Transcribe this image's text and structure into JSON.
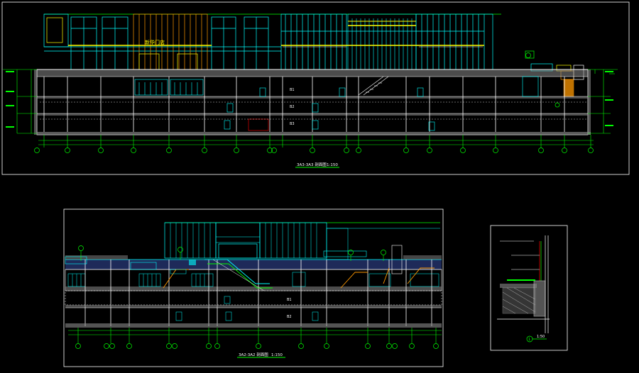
{
  "colors": {
    "background": "#000000",
    "frame": "#00ff00",
    "cyan": "#00ffff",
    "yellow": "#ffff00",
    "white": "#ffffff",
    "orange": "#ff9900",
    "magenta": "#ff00ff",
    "red": "#ff0000",
    "gray": "#a0a0a0"
  },
  "drawing1": {
    "title": "3A3-3A3 剖面图",
    "scale": "1:150",
    "store_sign": "新华门店",
    "room_labels": [
      "B1",
      "B2",
      "B3"
    ]
  },
  "drawing2": {
    "title": "3A2-3A2 剖面图",
    "scale": "1:150",
    "room_labels": [
      "B1",
      "B2"
    ]
  },
  "detail": {
    "title": "1:50",
    "index_number": "1"
  }
}
